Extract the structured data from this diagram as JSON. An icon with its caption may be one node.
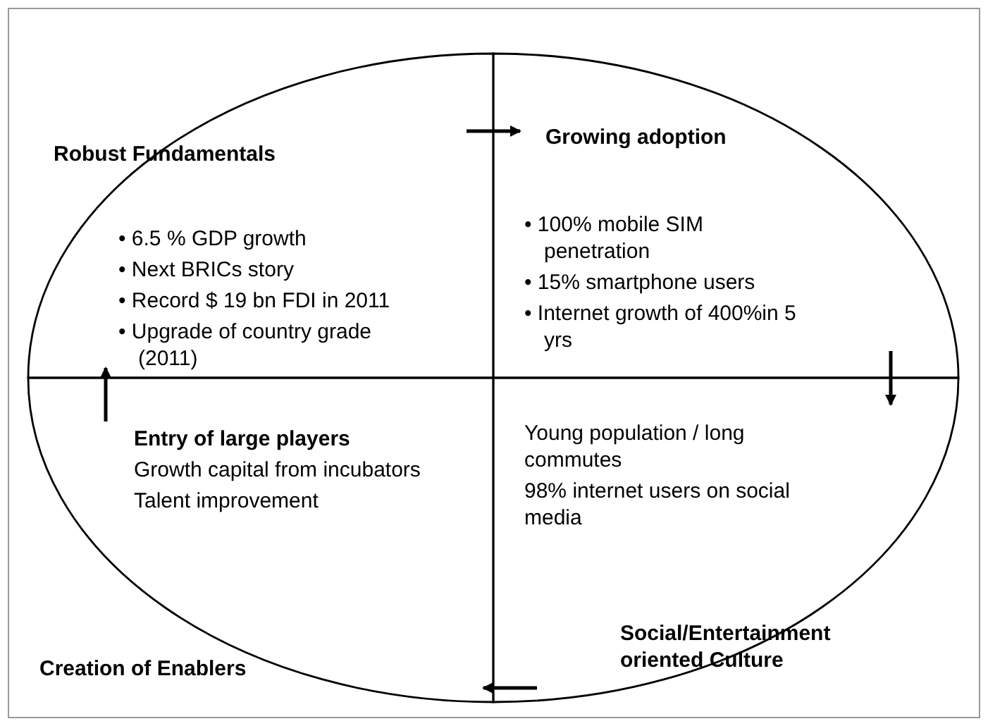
{
  "diagram": {
    "nodes": [
      {
        "text": [
          "Robust Fundamentals",
          "• 6.5 % GDP growth",
          "• Next BRICs story",
          "• Record $ 19 bn FDI in 2011",
          "• Upgrade of country grade (2011)"
        ]
      },
      {
        "text": [
          "Growing adoption",
          "• 100% mobile SIM penetration",
          "• 15% smartphone users",
          "• Internet growth of 400%in 5 yrs"
        ]
      },
      {
        "text": [
          "Young population / long commutes",
          "98% internet users on social media",
          "Social/Entertainment oriented Culture"
        ]
      },
      {
        "text": [
          "Creation of Enablers",
          "Entry of large players",
          "Growth capital from incubators",
          "Talent improvement"
        ]
      }
    ],
    "edges": [
      {
        "from": 0,
        "to": 1,
        "arrow": "to"
      },
      {
        "from": 1,
        "to": 2,
        "arrow": "to"
      },
      {
        "from": 2,
        "to": 3,
        "arrow": "to"
      },
      {
        "from": 3,
        "to": 0,
        "arrow": "to"
      }
    ]
  }
}
